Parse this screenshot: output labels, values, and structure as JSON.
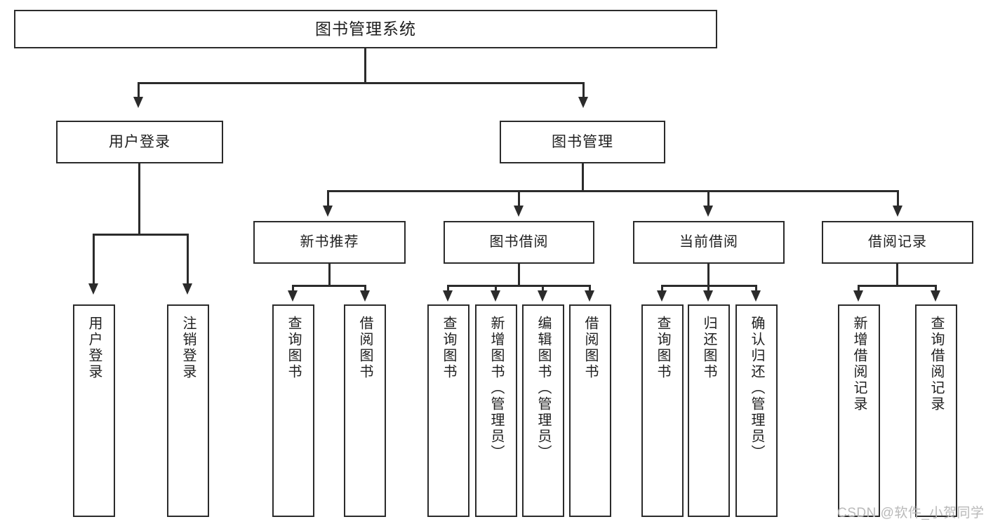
{
  "diagram": {
    "title": "图书管理系统",
    "watermark": "CSDN @软件_小贺同学",
    "colors": {
      "stroke": "#2b2b2b",
      "fill": "#ffffff",
      "text": "#1f1f1f",
      "watermark": "#b9b9b9"
    },
    "root": {
      "label": "图书管理系统"
    },
    "level2": [
      {
        "id": "user-login",
        "label": "用户登录"
      },
      {
        "id": "book-management",
        "label": "图书管理"
      }
    ],
    "level3": [
      {
        "id": "new-book-recommend",
        "label": "新书推荐"
      },
      {
        "id": "book-borrow",
        "label": "图书借阅"
      },
      {
        "id": "current-borrow",
        "label": "当前借阅"
      },
      {
        "id": "borrow-record",
        "label": "借阅记录"
      }
    ],
    "leaves": {
      "user_login": [
        {
          "id": "leaf-user-login",
          "label": "用户登录"
        },
        {
          "id": "leaf-logout",
          "label": "注销登录"
        }
      ],
      "new_book_recommend": [
        {
          "id": "leaf-query-book-1",
          "label": "查询图书"
        },
        {
          "id": "leaf-borrow-book-1",
          "label": "借阅图书"
        }
      ],
      "book_borrow": [
        {
          "id": "leaf-query-book-2",
          "label": "查询图书"
        },
        {
          "id": "leaf-add-book",
          "label": "新增图书（管理员）"
        },
        {
          "id": "leaf-edit-book",
          "label": "编辑图书（管理员）"
        },
        {
          "id": "leaf-borrow-book-2",
          "label": "借阅图书"
        }
      ],
      "current_borrow": [
        {
          "id": "leaf-query-book-3",
          "label": "查询图书"
        },
        {
          "id": "leaf-return-book",
          "label": "归还图书"
        },
        {
          "id": "leaf-confirm-return",
          "label": "确认归还（管理员）"
        }
      ],
      "borrow_record": [
        {
          "id": "leaf-add-record",
          "label": "新增借阅记录"
        },
        {
          "id": "leaf-query-record",
          "label": "查询借阅记录"
        }
      ]
    }
  }
}
